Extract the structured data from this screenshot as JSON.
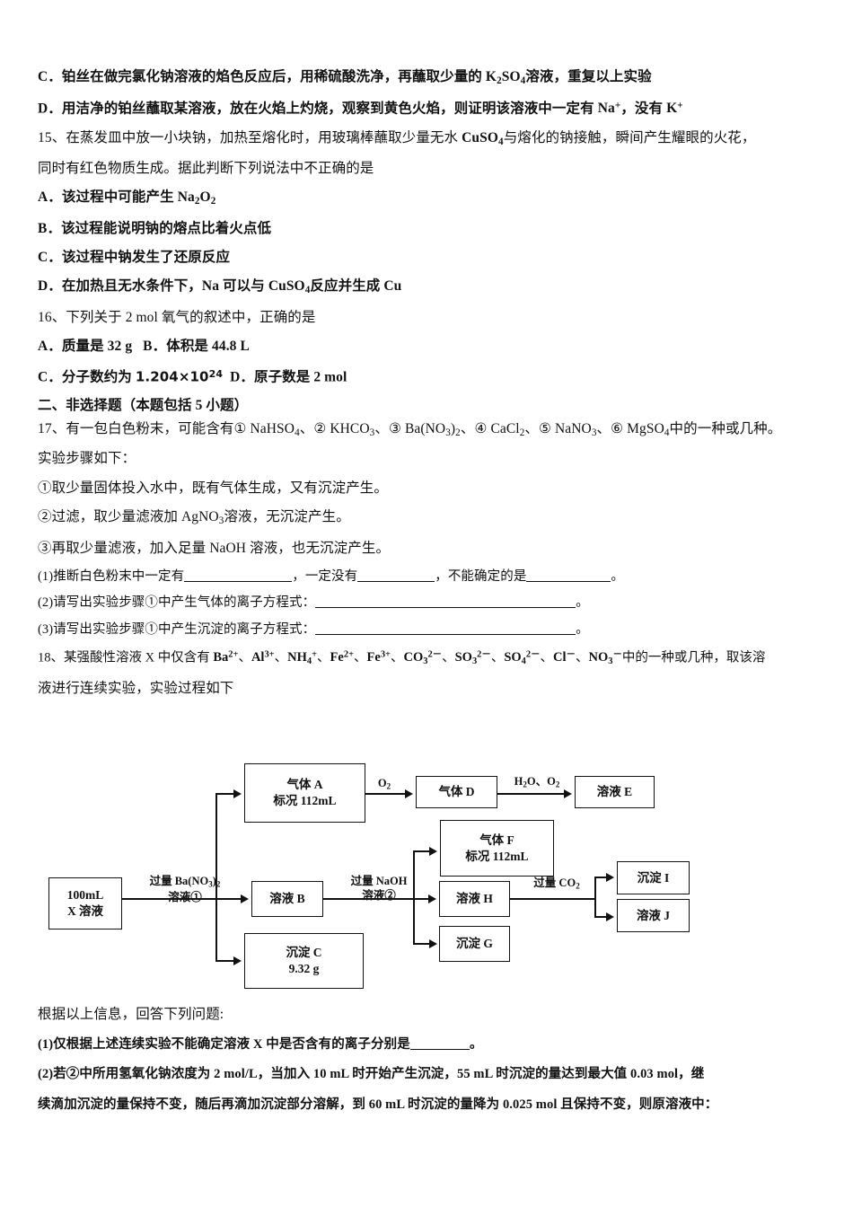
{
  "document": {
    "kind": "chemistry-exam-page"
  },
  "questions": {
    "q14_options": [
      {
        "label": "C",
        "text_pre": "铂丝在做完氯化钠溶液的焰色反应后，用稀硫酸洗净，再蘸取少量的 ",
        "formula": "K2SO4",
        "text_post": "溶液，重复以上实验"
      },
      {
        "label": "D",
        "text_pre": "用洁净的铂丝蘸取某溶液，放在火焰上灼烧，观察到黄色火焰，则证明该溶液中一定有 ",
        "ion1": "Na+",
        "mid": "，没有 ",
        "ion2": "K+"
      }
    ],
    "q15": {
      "number": "15、",
      "stem_line1_a": "在蒸发皿中放一小块钠，加热至熔化时，用玻璃棒蘸取少量无水 ",
      "stem_line1_formula": "CuSO4",
      "stem_line1_b": "与熔化的钠接触，瞬间产生耀眼的火花，",
      "stem_line2": "同时有红色物质生成。据此判断下列说法中不正确的是",
      "options": [
        {
          "label": "A",
          "pre": "该过程中可能产生 ",
          "formula": "Na2O2",
          "post": ""
        },
        {
          "label": "B",
          "pre": "该过程能说明钠的熔点比着火点低",
          "formula": "",
          "post": ""
        },
        {
          "label": "C",
          "pre": "该过程中钠发生了还原反应",
          "formula": "",
          "post": ""
        },
        {
          "label": "D",
          "pre": "在加热且无水条件下，",
          "formula": "Na 可以与 CuSO4 反应并生成 Cu",
          "post": ""
        }
      ]
    },
    "q16": {
      "number": "16、",
      "stem": "下列关于 2 mol 氧气的叙述中，正确的是",
      "optionA_label": "A",
      "optionA_text": "质量是 32 g",
      "optionB_label": "B",
      "optionB_text": "体积是 44.8 L",
      "optionC_label": "C",
      "optionC_pre": "分子数约为 ",
      "optionC_value": "1.204×10",
      "optionC_exp": "24",
      "optionD_label": "D",
      "optionD_text": "原子数是 2 mol"
    },
    "section2_heading": "二、非选择题（本题包括 5 小题）",
    "q17": {
      "number": "17、",
      "stem_pre": "有一包白色粉末，可能含有① ",
      "compounds": [
        {
          "marker": "①",
          "formula": "NaHSO4"
        },
        {
          "marker": "②",
          "formula": "KHCO3"
        },
        {
          "marker": "③",
          "formula": "Ba(NO3)2"
        },
        {
          "marker": "④",
          "formula": "CaCl2"
        },
        {
          "marker": "⑤",
          "formula": "NaNO3"
        },
        {
          "marker": "⑥",
          "formula": "MgSO4"
        }
      ],
      "stem_post": "中的一种或几种。",
      "steps_heading": "实验步骤如下：",
      "steps": [
        "①取少量固体投入水中，既有气体生成，又有沉淀产生。",
        "②过滤，取少量滤液加 AgNO3 溶液，无沉淀产生。",
        "③再取少量滤液，加入足量 NaOH 溶液，也无沉淀产生。"
      ],
      "sub1_a": "(1)推断白色粉末中一定有",
      "sub1_b": "，一定没有",
      "sub1_c": "，不能确定的是",
      "sub1_d": "。",
      "sub2_a": "(2)请写出实验步骤①中产生气体的离子方程式：",
      "sub2_b": "。",
      "sub3_a": "(3)请写出实验步骤①中产生沉淀的离子方程式：",
      "sub3_b": "。"
    },
    "q18": {
      "number": "18、",
      "stem_pre": "某强酸性溶液 X 中仅含有 ",
      "ions": [
        "Ba2+",
        "Al3+",
        "NH4+",
        "Fe2+",
        "Fe3+",
        "CO3 2-",
        "SO3 2-",
        "SO4 2-",
        "Cl-",
        "NO3-"
      ],
      "stem_mid": "中的一种或几种，取该溶",
      "stem_line2": "液进行连续实验，实验过程如下",
      "answer_heading": "根据以上信息，回答下列问题:",
      "sub1_a": "(1)仅根据上述连续实验不能确定溶液 X 中是否含有的离子分别是",
      "sub1_b": "。",
      "sub2_line1": "(2)若②中所用氢氧化钠浓度为 2 mol/L，当加入 10 mL 时开始产生沉淀，55 mL 时沉淀的量达到最大值 0.03 mol，继",
      "sub2_line2": "续滴加沉淀的量保持不变，随后再滴加沉淀部分溶解，到 60 mL 时沉淀的量降为 0.025 mol 且保持不变，则原溶液中："
    }
  },
  "flowchart": {
    "nodes": {
      "x_solution": {
        "line1": "100mL",
        "line2": "X 溶液"
      },
      "gas_a": {
        "line1": "气体 A",
        "line2": "标况 112mL"
      },
      "gas_d": {
        "line1": "气体 D",
        "line2": ""
      },
      "solution_e": {
        "line1": "溶液 E",
        "line2": ""
      },
      "gas_f": {
        "line1": "气体 F",
        "line2": "标况 112mL"
      },
      "solution_b": {
        "line1": "溶液 B",
        "line2": ""
      },
      "precip_c": {
        "line1": "沉淀 C",
        "line2": "9.32 g"
      },
      "solution_h": {
        "line1": "溶液 H",
        "line2": ""
      },
      "precip_g": {
        "line1": "沉淀 G",
        "line2": ""
      },
      "precip_i": {
        "line1": "沉淀 I",
        "line2": ""
      },
      "solution_j": {
        "line1": "溶液 J",
        "line2": ""
      }
    },
    "edge_labels": {
      "ba_no3": {
        "line1": "过量 Ba(NO3)2",
        "line2": "溶液①"
      },
      "naoh": {
        "line1": "过量 NaOH",
        "line2": "溶液②"
      },
      "o2": {
        "line1": "O2",
        "line2": ""
      },
      "h2o_o2": {
        "line1": "H2O、O2",
        "line2": ""
      },
      "co2": {
        "line1": "过量 CO2",
        "line2": ""
      }
    }
  },
  "colors": {
    "text": "#111111",
    "page_bg": "#ffffff",
    "line": "#111111"
  }
}
